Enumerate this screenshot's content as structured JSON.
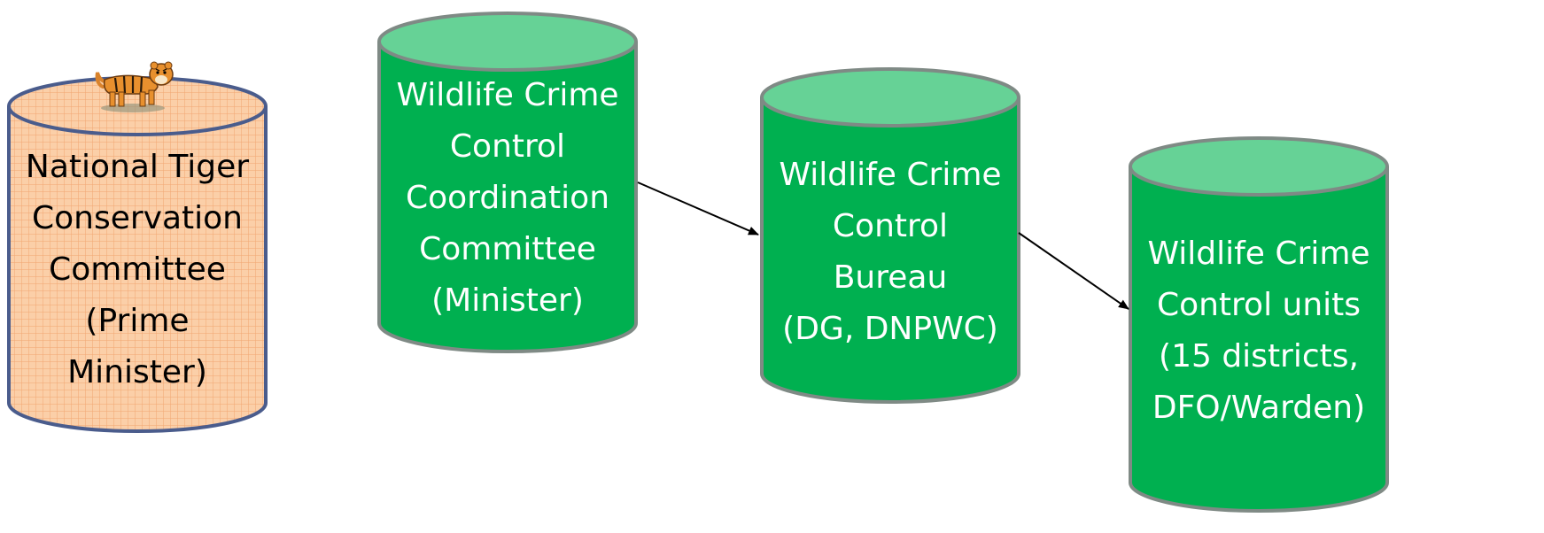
{
  "nodes": [
    {
      "id": "national-tiger-conservation-committee",
      "lines": [
        "National Tiger",
        "Conservation",
        "Committee",
        "(Prime",
        "Minister)"
      ],
      "icon": "tiger-icon"
    },
    {
      "id": "wildlife-crime-control-coordination-committee",
      "lines": [
        "Wildlife Crime",
        "Control",
        "Coordination",
        "Committee",
        "(Minister)"
      ]
    },
    {
      "id": "wildlife-crime-control-bureau",
      "lines": [
        "Wildlife Crime",
        "Control",
        "Bureau",
        "(DG, DNPWC)"
      ]
    },
    {
      "id": "wildlife-crime-control-units",
      "lines": [
        "Wildlife Crime",
        "Control units",
        "(15 districts,",
        "DFO/Warden)"
      ]
    }
  ],
  "edges": [
    {
      "from": "wildlife-crime-control-coordination-committee",
      "to": "wildlife-crime-control-bureau"
    },
    {
      "from": "wildlife-crime-control-bureau",
      "to": "wildlife-crime-control-units"
    }
  ],
  "colors": {
    "orange_body": "#fbcfa8",
    "orange_grid": "#f2a671",
    "orange_outline": "#4a5c8c",
    "green_body": "#00b050",
    "green_top": "#66d296",
    "green_outline": "#7f8a85",
    "arrow": "#000000"
  }
}
